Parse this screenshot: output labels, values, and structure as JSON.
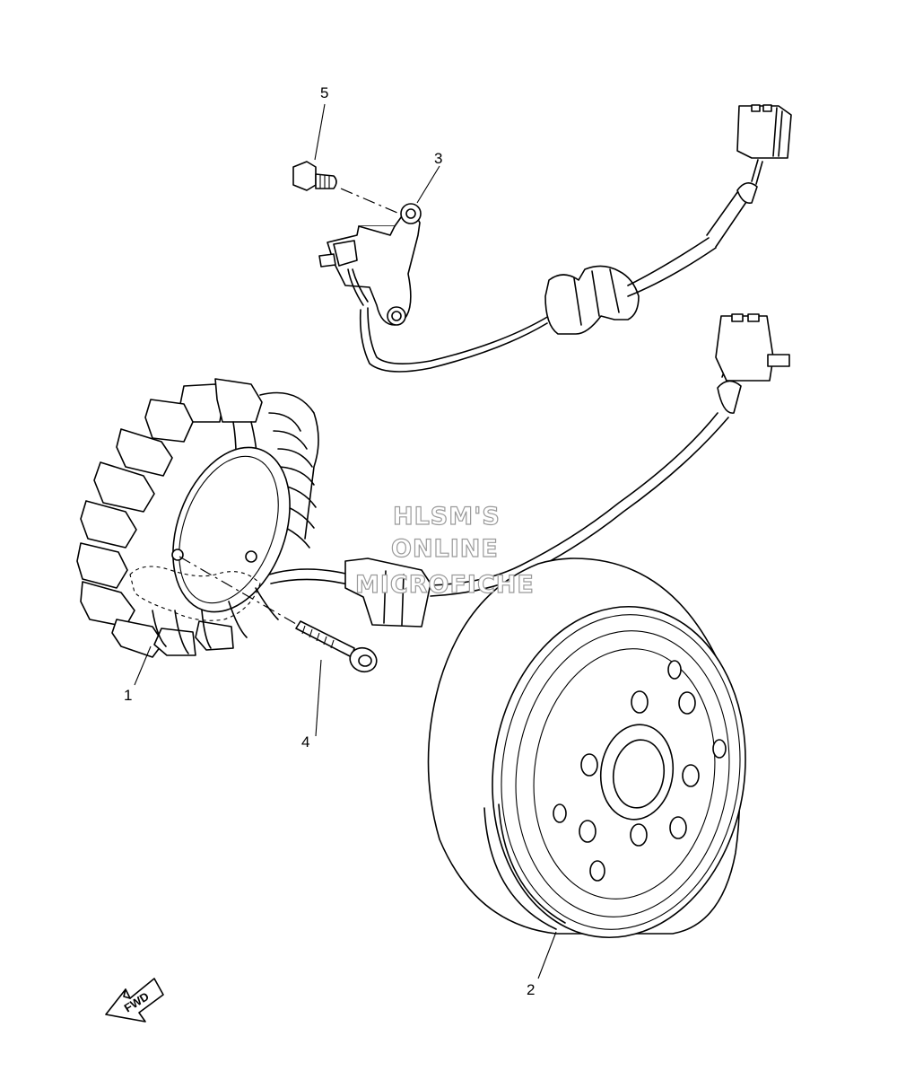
{
  "parts": {
    "stator_number": "1",
    "rotor_number": "2",
    "pickup_coil_number": "3",
    "stator_bolt_number": "4",
    "pickup_bolt_number": "5"
  },
  "fwd_arrow": {
    "label": "FWD"
  },
  "watermark": {
    "line1": "HLSM'S",
    "line2": "ONLINE",
    "line3": "MICROFICHE"
  }
}
